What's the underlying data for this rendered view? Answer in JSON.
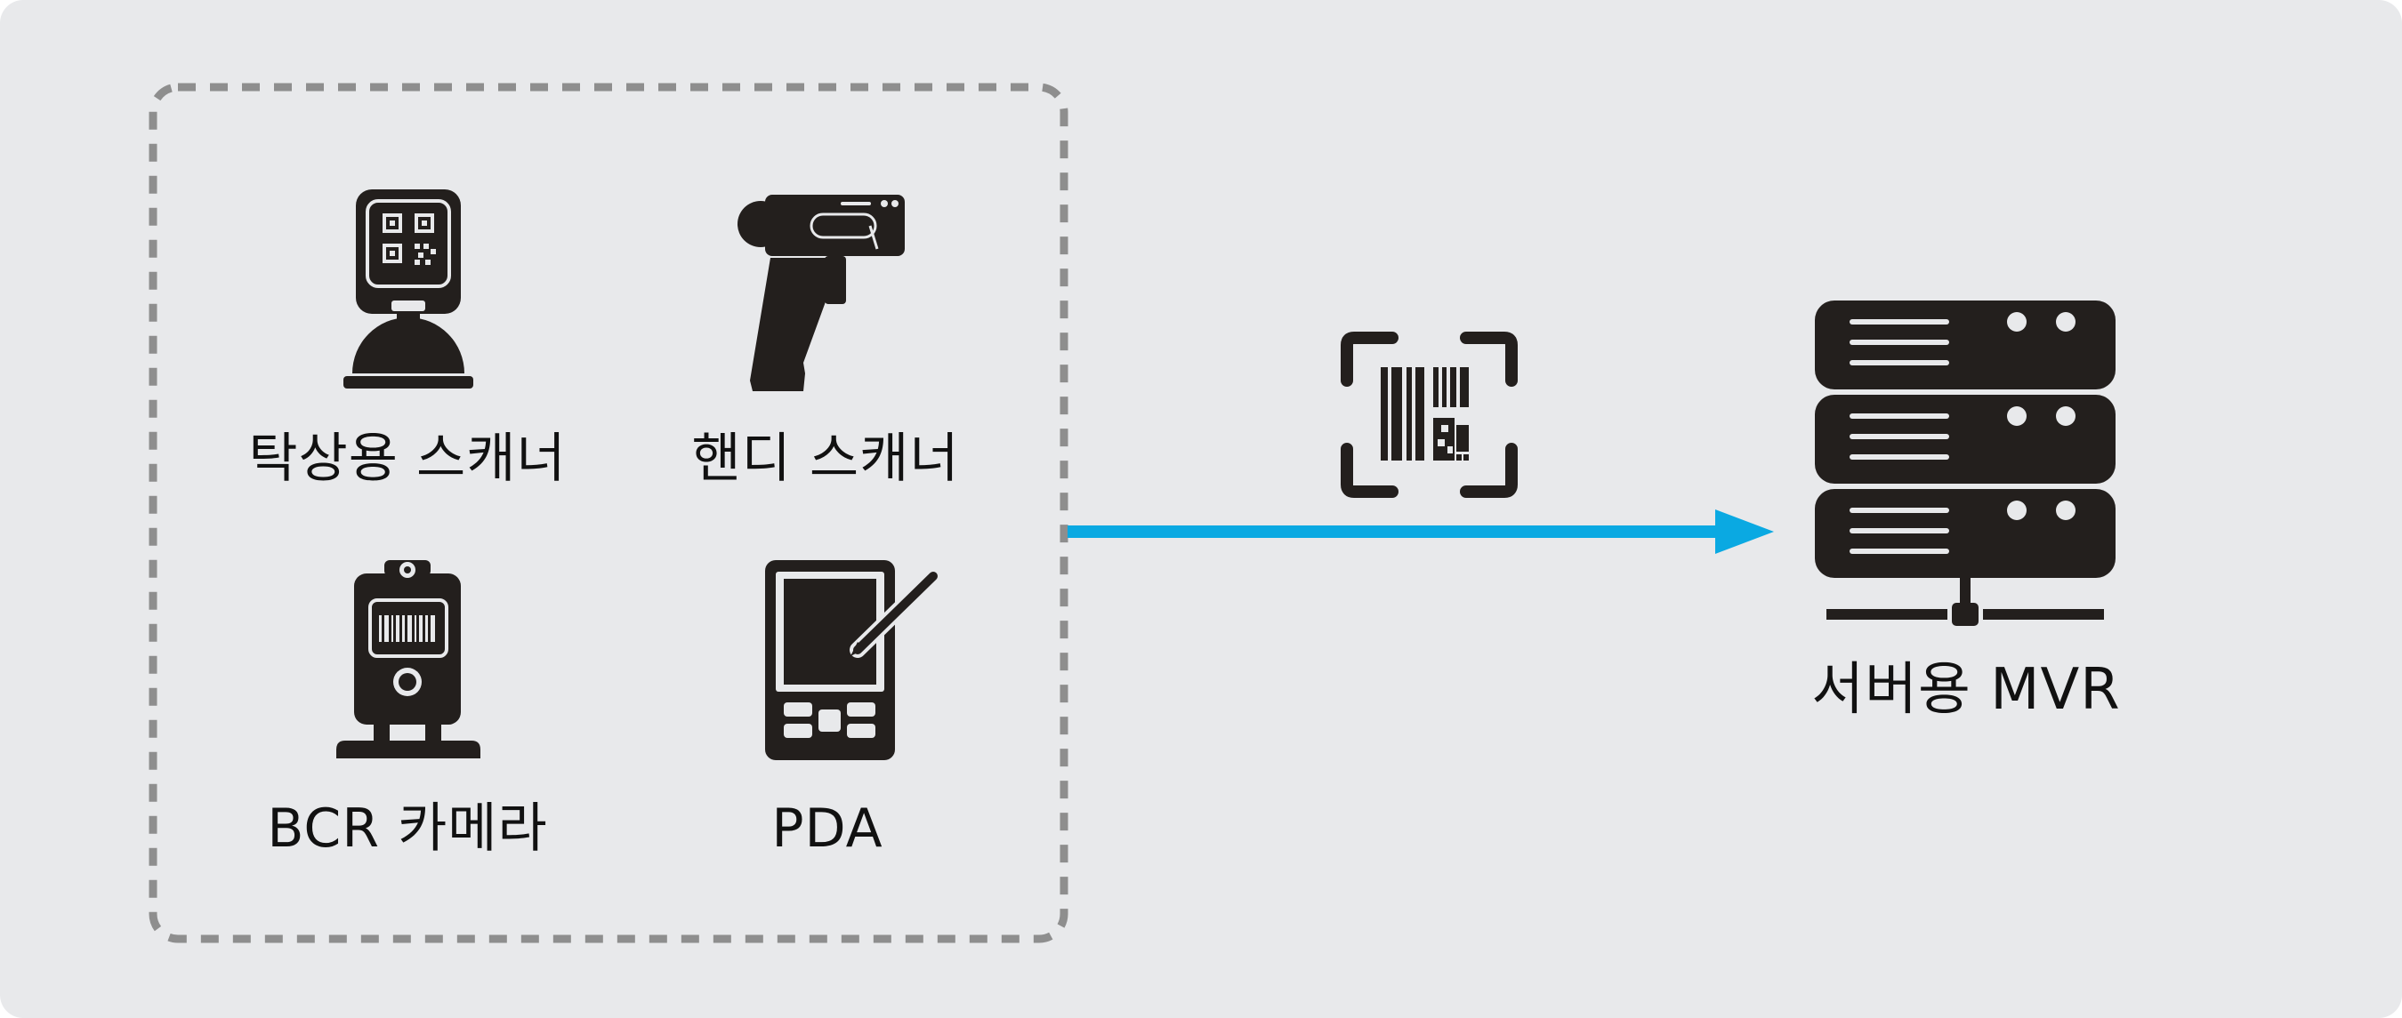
{
  "labels": {
    "desk_scanner": "탁상용 스캐너",
    "handheld_scanner": "핸디 스캐너",
    "bcr_camera": "BCR 카메라",
    "pda": "PDA",
    "server_mvr": "서버용 MVR"
  },
  "icons": {
    "desk_scanner": "desk-qr-scanner-icon",
    "handheld_scanner": "handheld-barcode-scanner-icon",
    "bcr_camera": "barcode-reader-camera-icon",
    "pda": "pda-stylus-icon",
    "scan_code": "barcode-scan-frame-icon",
    "server": "server-rack-icon"
  },
  "colors": {
    "background": "#e8e9eb",
    "icon": "#231f1d",
    "dashed_border": "#8e8e8e",
    "arrow": "#0aa9e2"
  }
}
